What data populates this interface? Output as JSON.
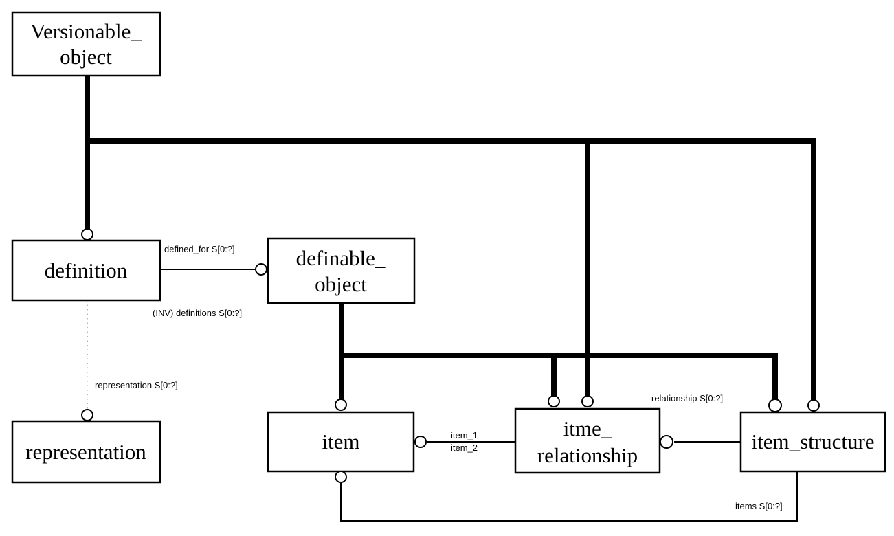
{
  "entities": {
    "versionable_object": {
      "line1": "Versionable_",
      "line2": "object"
    },
    "definition": {
      "label": "definition"
    },
    "definable_object": {
      "line1": "definable_",
      "line2": "object"
    },
    "representation": {
      "label": "representation"
    },
    "item": {
      "label": "item"
    },
    "itme_relationship": {
      "line1": "itme_",
      "line2": "relationship"
    },
    "item_structure": {
      "label": "item_structure"
    }
  },
  "relations": {
    "defined_for": "defined_for  S[0:?]",
    "inv_definitions": "(INV) definitions  S[0:?]",
    "representation": "representation  S[0:?]",
    "item_1": "item_1",
    "item_2": "item_2",
    "relationship": "relationship  S[0:?]",
    "items": "items  S[0:?]"
  }
}
